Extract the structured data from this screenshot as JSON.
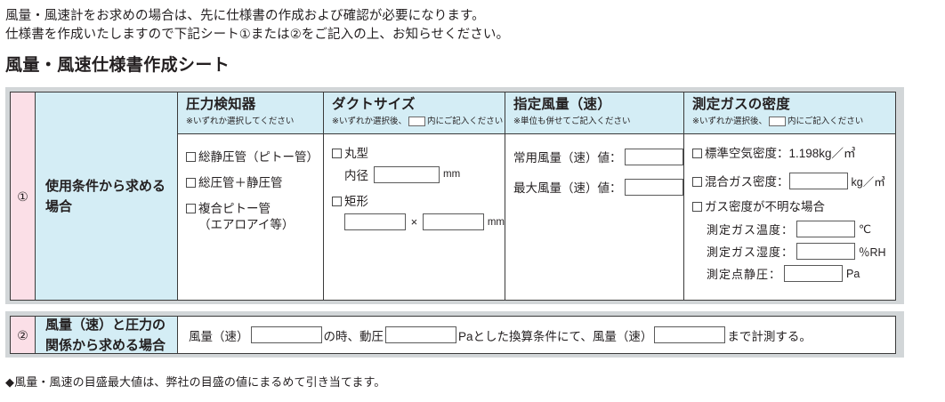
{
  "intro": {
    "line1": "風量・風速計をお求めの場合は、先に仕様書の作成および確認が必要になります。",
    "line2": "仕様書を作成いたしますので下記シート①または②をご記入の上、お知らせください。"
  },
  "page_title": "風量・風速仕様書作成シート",
  "colors": {
    "number_cell_bg": "#fbdfe7",
    "label_cell_bg": "#d4edf5",
    "band_bg": "#d2d6d8",
    "border": "#3a3a3a",
    "text": "#231f20"
  },
  "table1": {
    "number": "①",
    "label": "使用条件から求める場合",
    "headers": [
      {
        "title": "圧力検知器",
        "sub_before": "※いずれか選択してください",
        "sub_after": "",
        "has_mini_box": false
      },
      {
        "title": "ダクトサイズ",
        "sub_before": "※いずれか選択後、",
        "sub_after": "内にご記入ください",
        "has_mini_box": true
      },
      {
        "title": "指定風量（速）",
        "sub_before": "※単位も併せてご記入ください",
        "sub_after": "",
        "has_mini_box": false
      },
      {
        "title": "測定ガスの密度",
        "sub_before": "※いずれか選択後、",
        "sub_after": "内にご記入ください",
        "has_mini_box": true
      }
    ],
    "col1": {
      "options": [
        "総静圧管（ピトー管）",
        "総圧管＋静圧管",
        "複合ピトー管"
      ],
      "option3_sub": "（エアロアイ等）"
    },
    "col2": {
      "round_label": "丸型",
      "round_field_label": "内径",
      "round_value": "",
      "round_unit": "mm",
      "rect_label": "矩形",
      "rect_value_w": "",
      "rect_value_h": "",
      "rect_times": "×",
      "rect_unit": "mm"
    },
    "col3": {
      "rows": [
        {
          "label": "常用風量（速）値：",
          "value": ""
        },
        {
          "label": "最大風量（速）値：",
          "value": ""
        }
      ]
    },
    "col4": {
      "standard_air_label": "標準空気密度：1.198kg／㎥",
      "mixed_gas_label": "混合ガス密度：",
      "mixed_gas_value": "",
      "mixed_gas_unit": "kg／㎥",
      "unknown_label": "ガス密度が不明な場合",
      "unknown_rows": [
        {
          "label": "測定ガス温度：",
          "value": "",
          "unit": "℃"
        },
        {
          "label": "測定ガス湿度：",
          "value": "",
          "unit": "％RH"
        },
        {
          "label": "測定点静圧：",
          "value": "",
          "unit": "Pa"
        }
      ]
    }
  },
  "table2": {
    "number": "②",
    "label": "風量（速）と圧力の関係から求める場合",
    "sentence": {
      "seg1": "風量（速）",
      "value1": "",
      "seg2": "の時、動圧",
      "value2": "",
      "seg3": "Paとした換算条件にて、風量（速）",
      "value3": "",
      "seg4": "まで計測する。"
    }
  },
  "footer_note": "◆風量・風速の目盛最大値は、弊社の目盛の値にまるめて引き当てます。"
}
